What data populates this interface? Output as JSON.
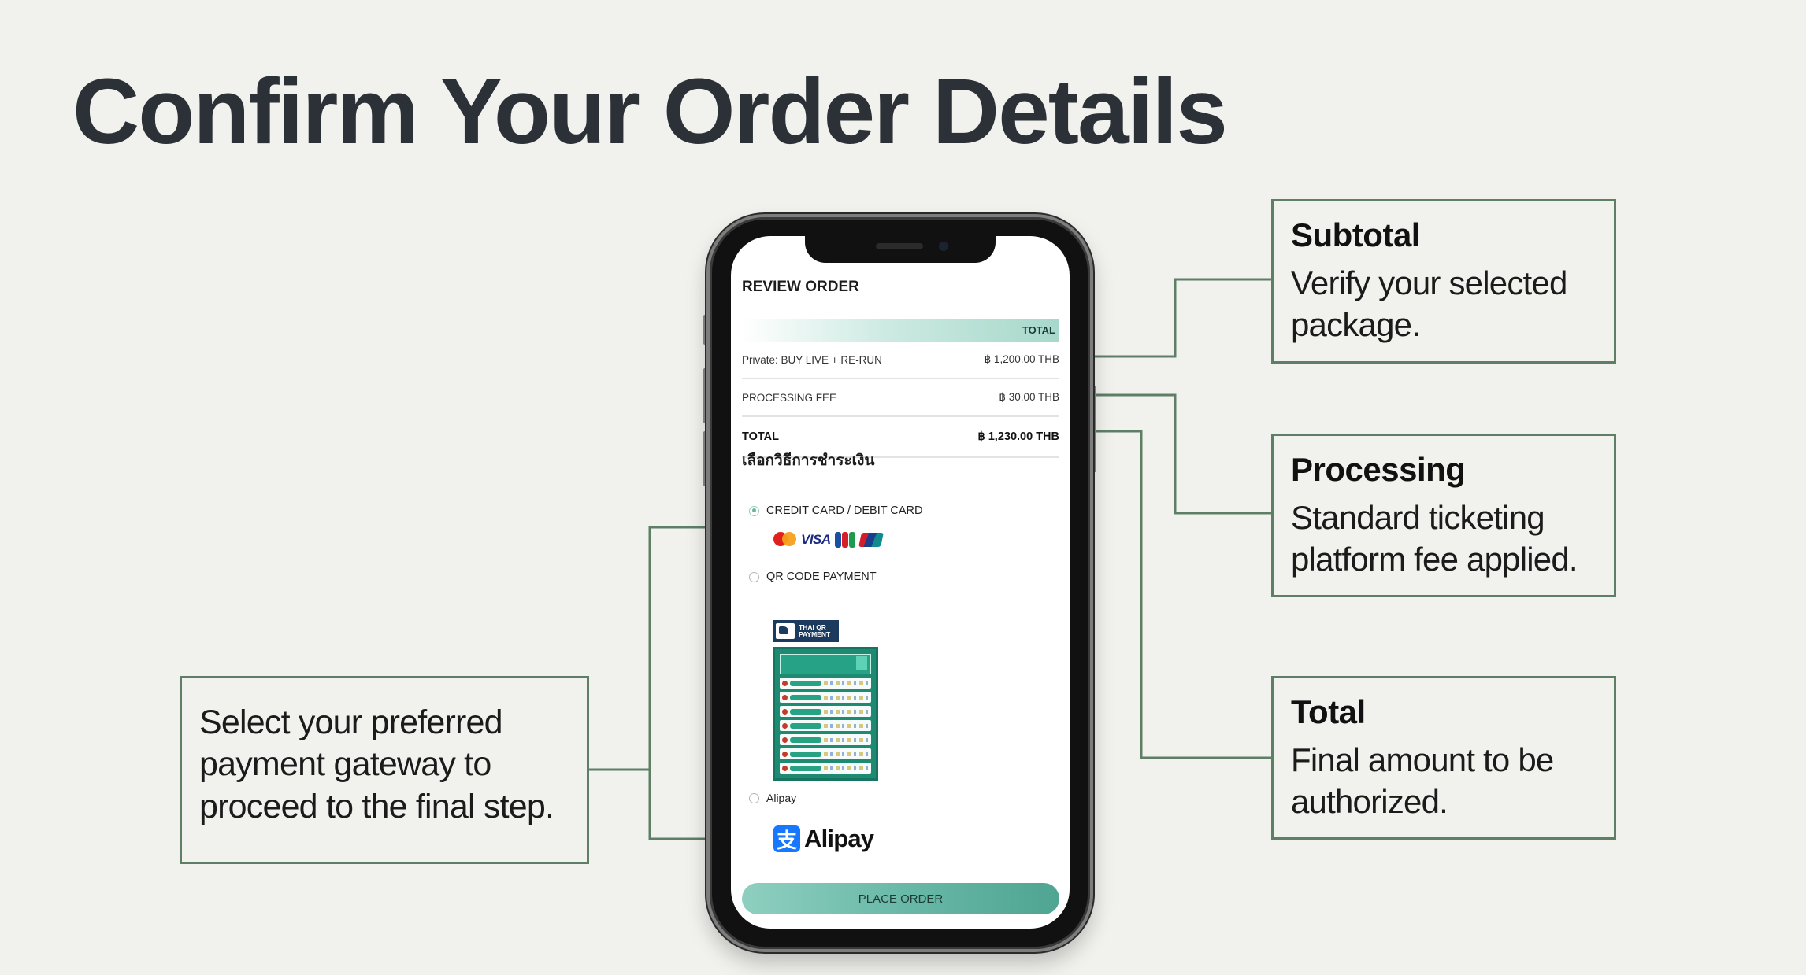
{
  "page": {
    "title": "Confirm Your Order Details"
  },
  "callouts": {
    "subtotal": {
      "title": "Subtotal",
      "body_line1": "Verify your selected",
      "body_line2": "package."
    },
    "processing": {
      "title": "Processing",
      "body_line1": "Standard ticketing",
      "body_line2": "platform fee applied."
    },
    "total": {
      "title": "Total",
      "body_line1": "Final amount to be",
      "body_line2": "authorized."
    },
    "payment": {
      "body_line1": "Select your preferred",
      "body_line2": "payment gateway to",
      "body_line3": "proceed to the final step."
    }
  },
  "phone": {
    "review_title": "REVIEW ORDER",
    "table_header": "TOTAL",
    "rows": [
      {
        "label": "Private: BUY LIVE + RE-RUN",
        "value": "฿ 1,200.00 THB"
      },
      {
        "label": "PROCESSING FEE",
        "value": "฿ 30.00 THB"
      },
      {
        "label": "TOTAL",
        "value": "฿ 1,230.00 THB"
      }
    ],
    "payment_heading": "เลือกวิธีการชำระเงิน",
    "payment_methods": [
      {
        "label": "CREDIT CARD / DEBIT CARD",
        "selected": true,
        "logos": [
          "mastercard",
          "visa",
          "jcb",
          "unionpay"
        ]
      },
      {
        "label": "QR CODE PAYMENT",
        "selected": false,
        "logo_text_line1": "THAI QR",
        "logo_text_line2": "PAYMENT"
      },
      {
        "label": "Alipay",
        "selected": false,
        "logo_text": "Alipay",
        "logo_glyph": "支"
      }
    ],
    "visa_text": "VISA",
    "place_order_label": "PLACE ORDER"
  },
  "colors": {
    "background": "#f1f1ed",
    "title": "#2b3136",
    "callout_border": "#5e7e66",
    "accent_teal": "#6ab9a8",
    "alipay_blue": "#1677ff"
  }
}
